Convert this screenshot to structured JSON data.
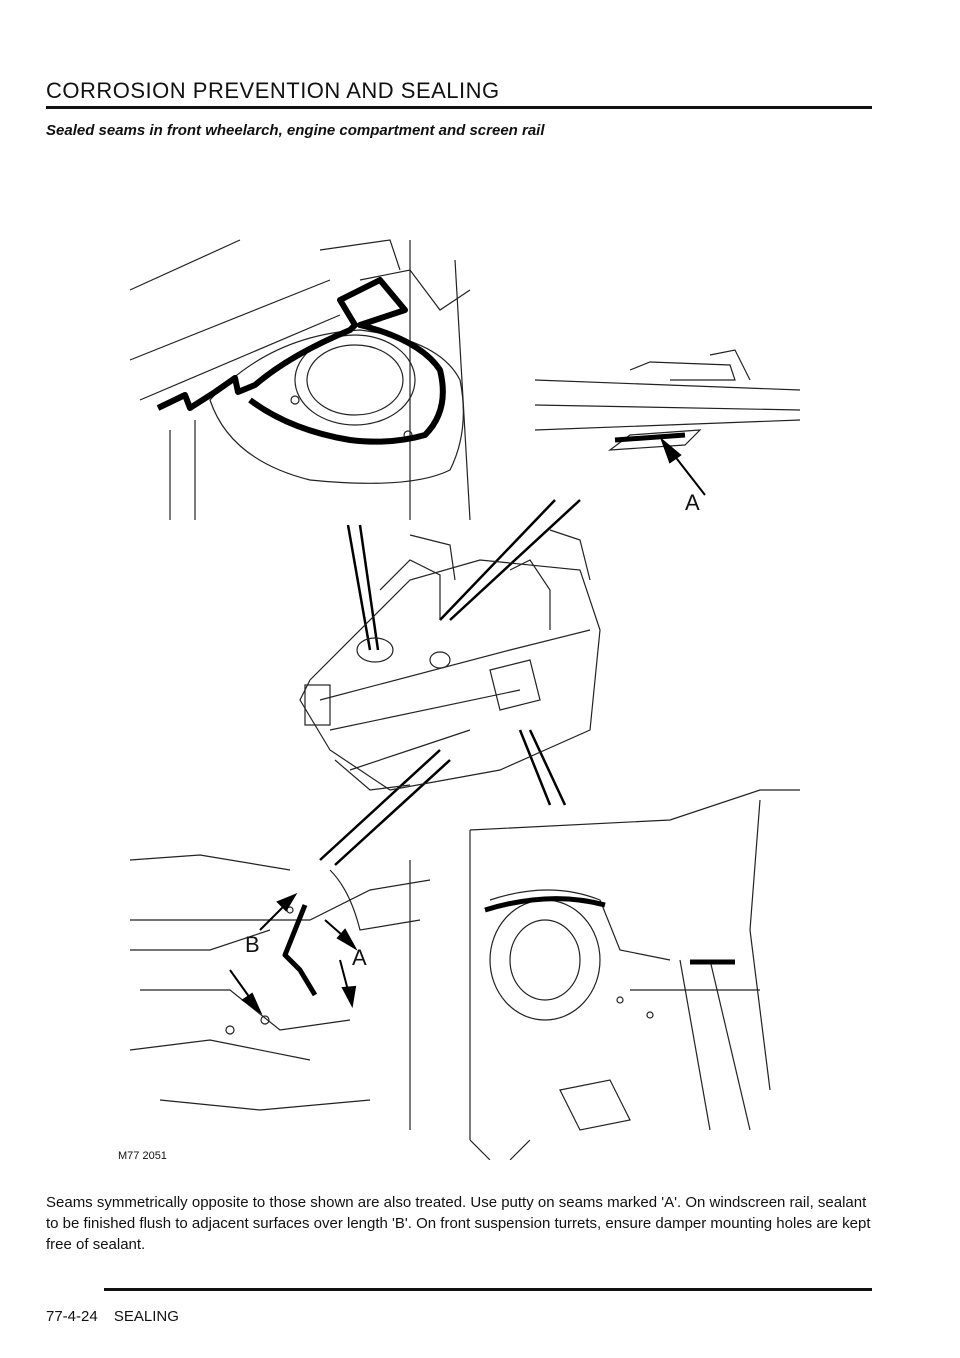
{
  "header": {
    "title": "CORROSION PREVENTION AND SEALING"
  },
  "section": {
    "subtitle": "Sealed seams in front wheelarch, engine compartment and screen rail"
  },
  "figure": {
    "id": "M77 2051",
    "callouts": {
      "top_right": "A",
      "bottom_left_b": "B",
      "bottom_left_a": "A"
    }
  },
  "body": {
    "text": "Seams symmetrically opposite to those shown are also treated. Use putty on seams marked 'A'. On windscreen rail, sealant to be finished flush to adjacent surfaces over length 'B'. On front suspension turrets, ensure damper mounting holes are kept free of sealant."
  },
  "footer": {
    "page_number": "77-4-24",
    "section_name": "SEALING"
  }
}
